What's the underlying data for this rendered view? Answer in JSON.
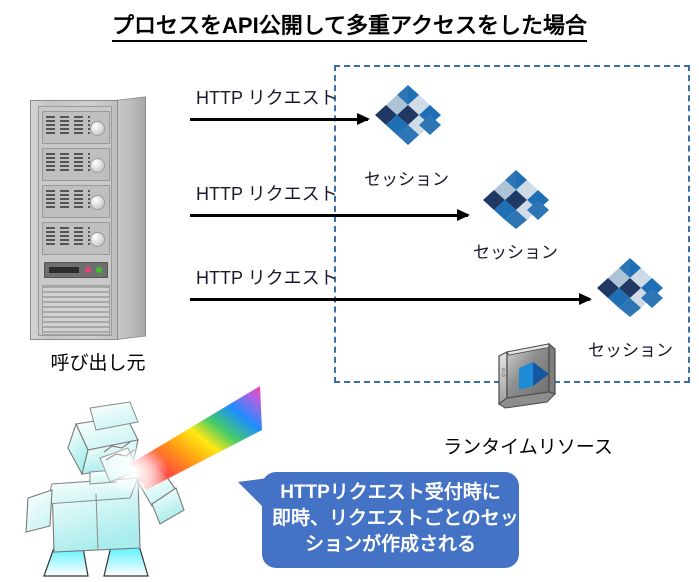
{
  "title": "プロセスをAPI公開して多重アクセスをした場合",
  "colors": {
    "boundary": "#3a6ea5",
    "callout_bg": "#4472c4",
    "callout_text": "#ffffff",
    "arrow": "#000000",
    "pyramid_dark_navy": "#1f3864",
    "pyramid_blue": "#1f6fb5",
    "pyramid_mid_blue": "#2e75b6",
    "pyramid_pale": "#cfdce8",
    "pyramid_light_gray_blue": "#aec3d6",
    "led_pink": "#ef3d7e",
    "led_green": "#3fc126"
  },
  "source": {
    "icon": "server-tower-icon",
    "label": "呼び出し元"
  },
  "requests": [
    {
      "label": "HTTP リクエスト"
    },
    {
      "label": "HTTP リクエスト"
    },
    {
      "label": "HTTP リクエスト"
    }
  ],
  "sessions": [
    {
      "icon": "session-pyramid-icon",
      "label": "セッション"
    },
    {
      "icon": "session-pyramid-icon",
      "label": "セッション"
    },
    {
      "icon": "session-pyramid-icon",
      "label": "セッション"
    }
  ],
  "runtime": {
    "icon": "runtime-resource-icon",
    "label": "ランタイムリソース",
    "boundary": "dashed-rectangle"
  },
  "mascot": {
    "icon": "prism-robot-icon"
  },
  "callout": {
    "line1": "HTTPリクエスト受付時に",
    "line2": "即時、リクエストごとのセッ",
    "line3": "ションが作成される"
  }
}
